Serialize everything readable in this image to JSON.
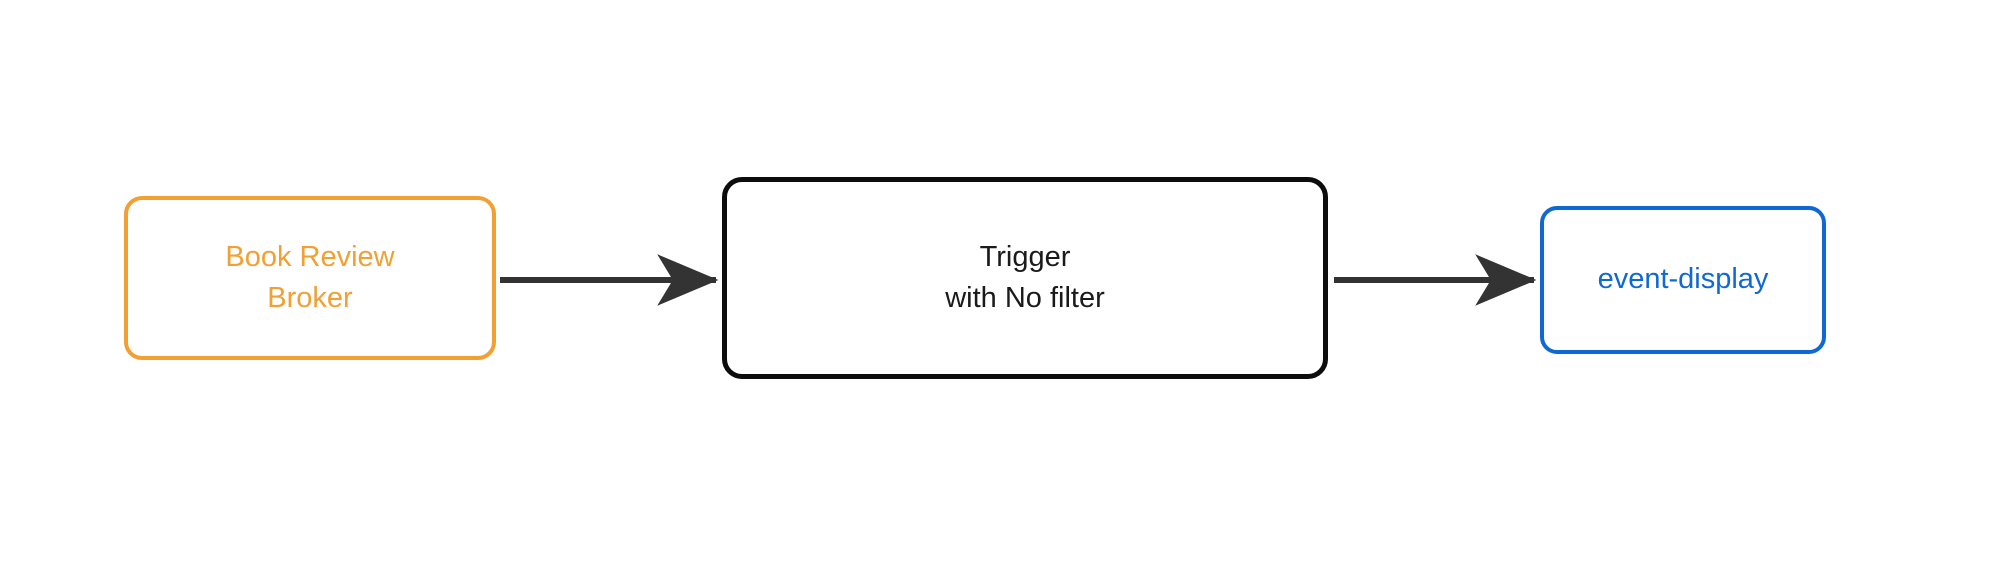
{
  "diagram": {
    "type": "flow-diagram",
    "orientation": "left-to-right",
    "background_color": "#ffffff",
    "nodes": [
      {
        "id": "broker",
        "label": "Book Review\nBroker",
        "line1": "Book Review",
        "line2": "Broker",
        "role": "source",
        "shape": "rounded-rectangle",
        "stroke_color": "#F2A033",
        "text_color": "#F2A033",
        "fill_color": "#ffffff"
      },
      {
        "id": "trigger",
        "label": "Trigger\nwith No filter",
        "line1": "Trigger",
        "line2": "with No filter",
        "role": "processor",
        "shape": "rounded-rectangle",
        "stroke_color": "#0d0d0d",
        "text_color": "#1a1a1a",
        "fill_color": "#ffffff"
      },
      {
        "id": "sink",
        "label": "event-display",
        "line1": "event-display",
        "line2": "",
        "role": "sink",
        "shape": "rounded-rectangle",
        "stroke_color": "#1069D3",
        "text_color": "#1069D3",
        "fill_color": "#ffffff"
      }
    ],
    "edges": [
      {
        "id": "edge-broker-trigger",
        "from": "broker",
        "to": "trigger",
        "label": "",
        "stroke_color": "#333333",
        "arrowhead": "barbed-triangle"
      },
      {
        "id": "edge-trigger-sink",
        "from": "trigger",
        "to": "sink",
        "label": "",
        "stroke_color": "#333333",
        "arrowhead": "barbed-triangle"
      }
    ]
  }
}
